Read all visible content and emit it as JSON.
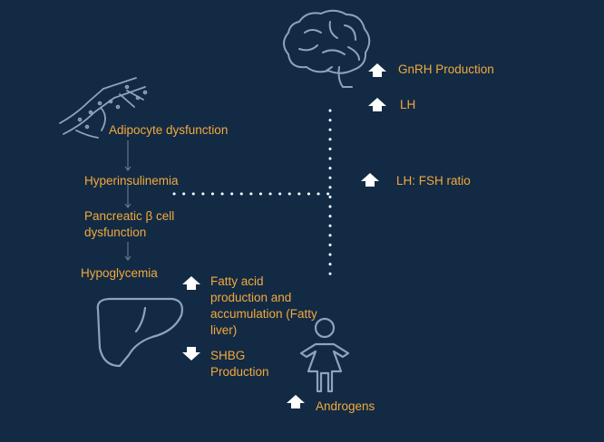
{
  "colors": {
    "background": "#132a45",
    "label": "#f2a93b",
    "icon_line": "#8da4bc",
    "arrow": "#ffffff",
    "dots": "#ffffff"
  },
  "labels": {
    "gnrh": "GnRH Production",
    "lh": "LH",
    "adipocyte": "Adipocyte dysfunction",
    "lh_fsh": "LH: FSH ratio",
    "hyperinsulinemia": "Hyperinsulinemia",
    "pancreatic": "Pancreatic β cell dysfunction",
    "hypoglycemia": "Hypoglycemia",
    "fatty_acid": "Fatty acid production and accumulation (Fatty liver)",
    "shbg": "SHBG Production",
    "androgens": "Androgens"
  },
  "icons": [
    "brain-icon",
    "blood-vessel-icon",
    "liver-icon",
    "woman-icon"
  ],
  "arrows": {
    "gnrh": "up",
    "lh": "up",
    "lh_fsh": "up",
    "fatty_acid": "up",
    "shbg": "down",
    "androgens": "up"
  }
}
